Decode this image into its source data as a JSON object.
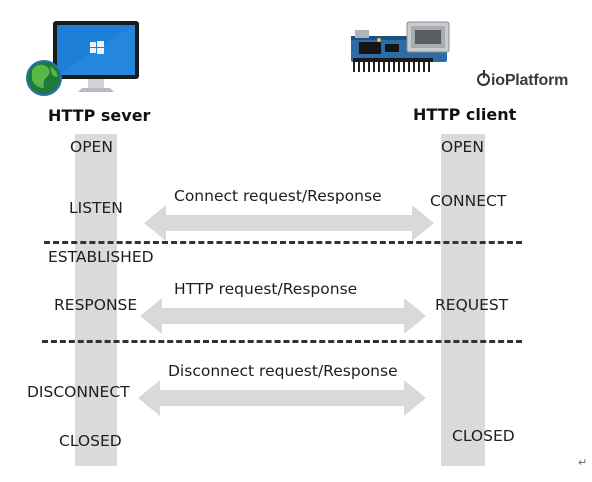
{
  "server": {
    "title": "HTTP sever",
    "states": {
      "open": "OPEN",
      "listen": "LISTEN",
      "established": "ESTABLISHED",
      "response": "RESPONSE",
      "disconnect": "DISCONNECT",
      "closed": "CLOSED"
    }
  },
  "client": {
    "title": "HTTP client",
    "brand": "ioPlatform",
    "brand_prefix": "io",
    "brand_rest": "Platform",
    "states": {
      "open": "OPEN",
      "connect": "CONNECT",
      "request": "REQUEST",
      "closed": "CLOSED"
    }
  },
  "messages": {
    "connect": "Connect request/Response",
    "http": "HTTP request/Response",
    "disconnect": "Disconnect request/Response"
  },
  "colors": {
    "lifeline": "#dadada",
    "arrow": "#d9d9d9",
    "monitor_screen": "#1e7fd6",
    "board": "#2e6ca8"
  },
  "icons": {
    "server": "monitor-with-globe-icon",
    "client": "embedded-board-icon",
    "return_mark": "↵"
  }
}
